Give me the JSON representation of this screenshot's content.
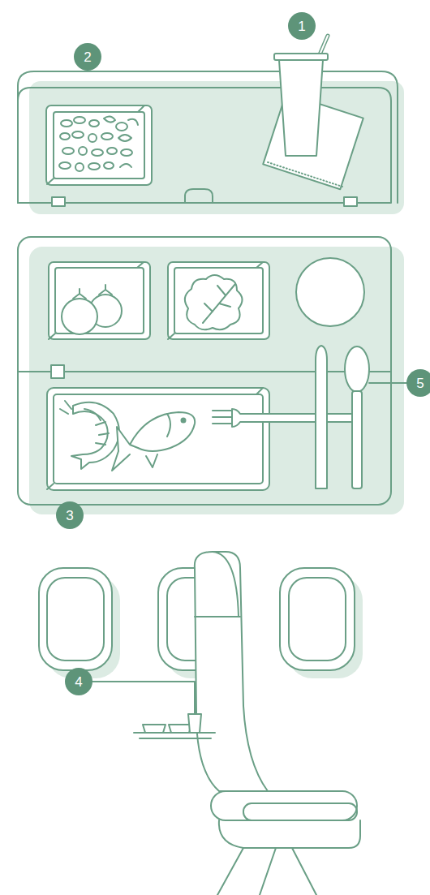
{
  "diagram": {
    "labels": [
      "1",
      "2",
      "5",
      "3",
      "4"
    ]
  }
}
